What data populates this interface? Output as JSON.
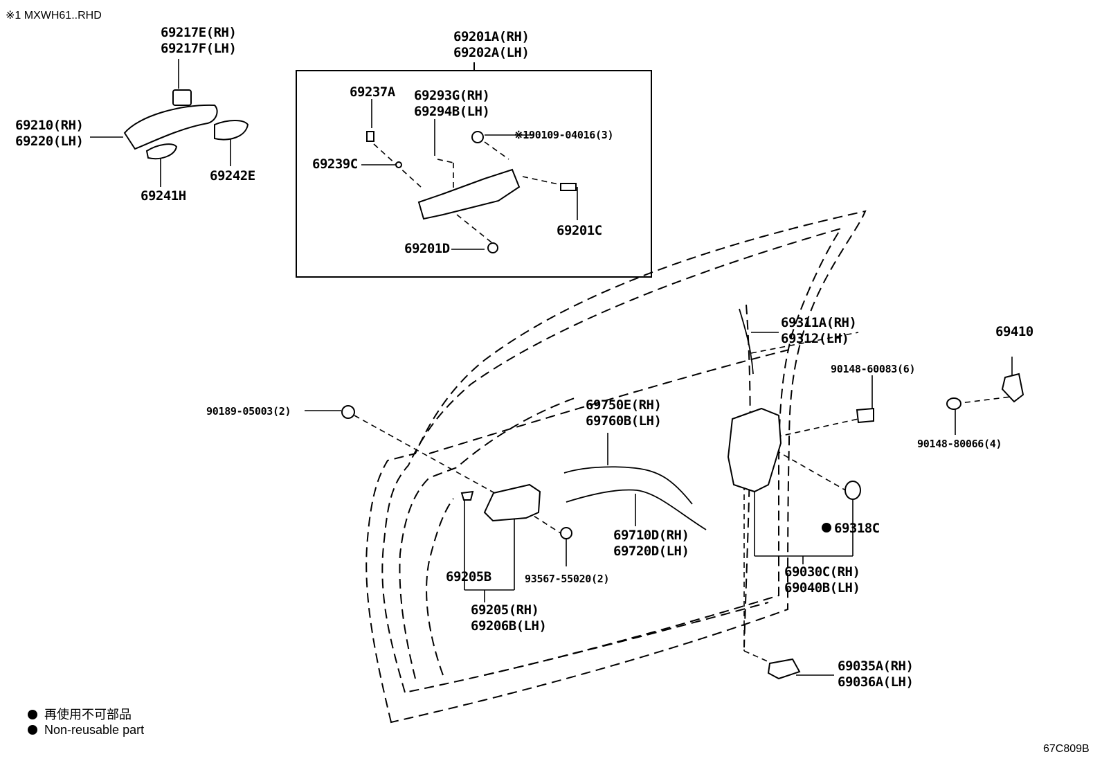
{
  "header_note": "※1 MXWH61..RHD",
  "figure_code": "67C809B",
  "labels": {
    "p69217": [
      "69217E(RH)",
      "69217F(LH)"
    ],
    "p69210": [
      "69210(RH)",
      "69220(LH)"
    ],
    "p69241": "69241H",
    "p69242": "69242E",
    "p69201A": [
      "69201A(RH)",
      "69202A(LH)"
    ],
    "p69237": "69237A",
    "p69293": [
      "69293G(RH)",
      "69294B(LH)"
    ],
    "p90109": "※190109-04016(3)",
    "p69239": "69239C",
    "p69201C": "69201C",
    "p69201D": "69201D",
    "p69311": [
      "69311A(RH)",
      "69312(LH)"
    ],
    "p69410": "69410",
    "p90148a": "90148-60083(6)",
    "p90148b": "90148-80066(4)",
    "p90189": "90189-05003(2)",
    "p69750": [
      "69750E(RH)",
      "69760B(LH)"
    ],
    "p69710": [
      "69710D(RH)",
      "69720D(LH)"
    ],
    "p69318": "69318C",
    "p69030": [
      "69030C(RH)",
      "69040B(LH)"
    ],
    "p69205B": "69205B",
    "p93567": "93567-55020(2)",
    "p69205": [
      "69205(RH)",
      "69206B(LH)"
    ],
    "p69035": [
      "69035A(RH)",
      "69036A(LH)"
    ]
  },
  "legend": {
    "jp": "再使用不可部品",
    "en": "Non-reusable part"
  },
  "icons": {
    "bullet": "filled-circle"
  }
}
